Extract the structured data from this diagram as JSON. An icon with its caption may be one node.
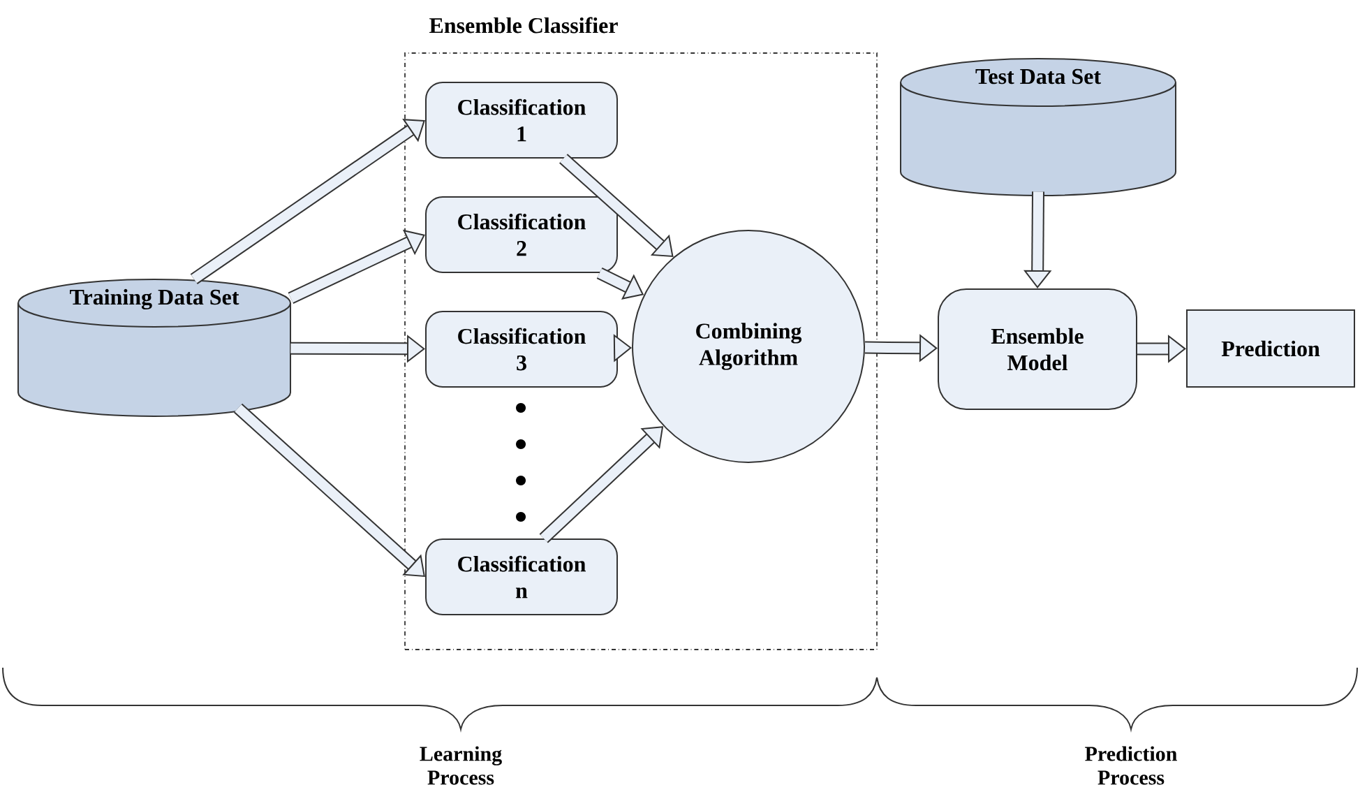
{
  "diagram": {
    "nodes": [
      {
        "text": [
          "Ensemble Classifier"
        ]
      },
      {
        "text": [
          "Training Data Set"
        ]
      },
      {
        "text": [
          "Classification 1"
        ],
        "in": 0
      },
      {
        "text": [
          "Classification 2"
        ],
        "in": 0
      },
      {
        "text": [
          "Classification 3"
        ],
        "in": 0
      },
      {
        "text": [
          "Classification n"
        ],
        "in": 0
      },
      {
        "text": [
          "Combining Algorithm"
        ],
        "in": 0
      },
      {
        "text": [
          "Test Data Set"
        ]
      },
      {
        "text": [
          "Ensemble Model"
        ]
      },
      {
        "text": [
          "Prediction"
        ]
      }
    ],
    "edges": [
      {
        "from": 1,
        "to": 2,
        "arrow": "to"
      },
      {
        "from": 1,
        "to": 3,
        "arrow": "to"
      },
      {
        "from": 1,
        "to": 4,
        "arrow": "to"
      },
      {
        "from": 1,
        "to": 5,
        "arrow": "to"
      },
      {
        "from": 2,
        "to": 6,
        "arrow": "to"
      },
      {
        "from": 3,
        "to": 6,
        "arrow": "to"
      },
      {
        "from": 4,
        "to": 6,
        "arrow": "to"
      },
      {
        "from": 5,
        "to": 6,
        "arrow": "to"
      },
      {
        "from": 6,
        "to": 8,
        "arrow": "to"
      },
      {
        "from": 7,
        "to": 8,
        "arrow": "to"
      },
      {
        "from": 8,
        "to": 9,
        "arrow": "to"
      }
    ],
    "labels": [
      "Learning Process",
      "Prediction Process"
    ]
  }
}
